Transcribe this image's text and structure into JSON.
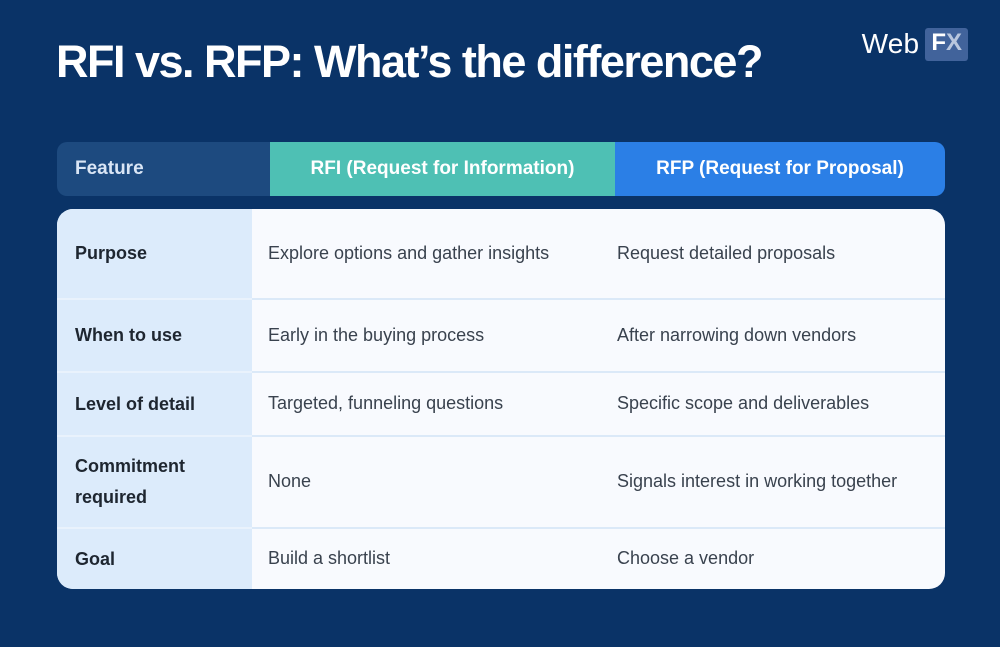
{
  "header": {
    "title": "RFI vs. RFP: What’s the difference?"
  },
  "logo": {
    "web": "Web",
    "fx_f": "F",
    "fx_x": "X"
  },
  "chart_data": {
    "type": "table",
    "title": "RFI vs. RFP: What’s the difference?",
    "columns": [
      "Feature",
      "RFI (Request for Information)",
      "RFP (Request for Proposal)"
    ],
    "rows": [
      [
        "Purpose",
        "Explore options and gather insights",
        "Request detailed proposals"
      ],
      [
        "When to use",
        "Early in the buying process",
        "After narrowing down vendors"
      ],
      [
        "Level of detail",
        "Targeted, funneling questions",
        "Specific scope and deliverables"
      ],
      [
        "Commitment required",
        "None",
        "Signals interest in working together"
      ],
      [
        "Goal",
        "Build a shortlist",
        "Choose a vendor"
      ]
    ],
    "layout_hints": {
      "header_row": true,
      "feature_column_highlighted": true,
      "grid": "horizontal-dividers-only"
    }
  },
  "colors": {
    "background": "#0a3367",
    "header_feature_bg": "#1d4a7f",
    "header_rfi_bg": "#4ec0b4",
    "header_rfp_bg": "#2b7fe6",
    "feature_column_bg": "#dcebfb",
    "body_bg": "#f8fafe",
    "divider": "#dbe9f8",
    "title_text": "#ffffff",
    "row_label_text": "#1e2630",
    "cell_text": "#39424e",
    "logo_fx_bg": "#41639b"
  }
}
